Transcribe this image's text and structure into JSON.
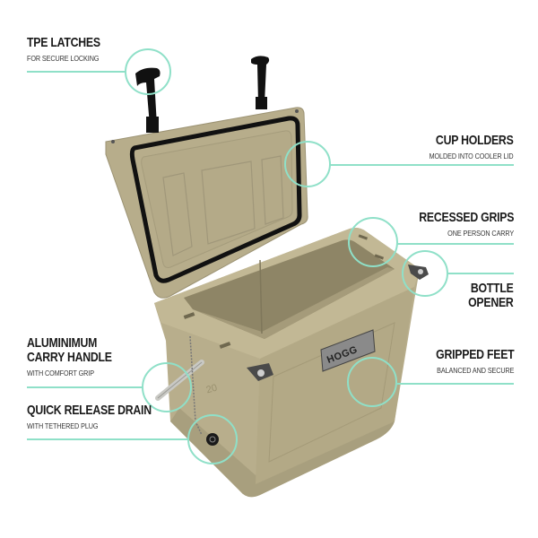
{
  "accent_color": "#8fe0c8",
  "cooler": {
    "brand": "HOGG",
    "size_mark": "20",
    "body_color": "#b8ae8c"
  },
  "callouts": [
    {
      "id": "tpe-latches",
      "title": "TPE LATCHES",
      "subtitle": "FOR SECURE LOCKING",
      "side": "left"
    },
    {
      "id": "cup-holders",
      "title": "CUP HOLDERS",
      "subtitle": "MOLDED INTO COOLER LID",
      "side": "right"
    },
    {
      "id": "recessed-grips",
      "title": "RECESSED GRIPS",
      "subtitle": "ONE PERSON CARRY",
      "side": "right"
    },
    {
      "id": "bottle-opener",
      "title_line1": "BOTTLE",
      "title_line2": "OPENER",
      "side": "right"
    },
    {
      "id": "carry-handle",
      "title_line1": "ALUMINIMUM",
      "title_line2": "CARRY HANDLE",
      "subtitle": "WITH COMFORT GRIP",
      "side": "left"
    },
    {
      "id": "gripped-feet",
      "title": "GRIPPED FEET",
      "subtitle": "BALANCED AND SECURE",
      "side": "right"
    },
    {
      "id": "drain",
      "title": "QUICK RELEASE DRAIN",
      "subtitle": "WITH TETHERED PLUG",
      "side": "left"
    }
  ]
}
